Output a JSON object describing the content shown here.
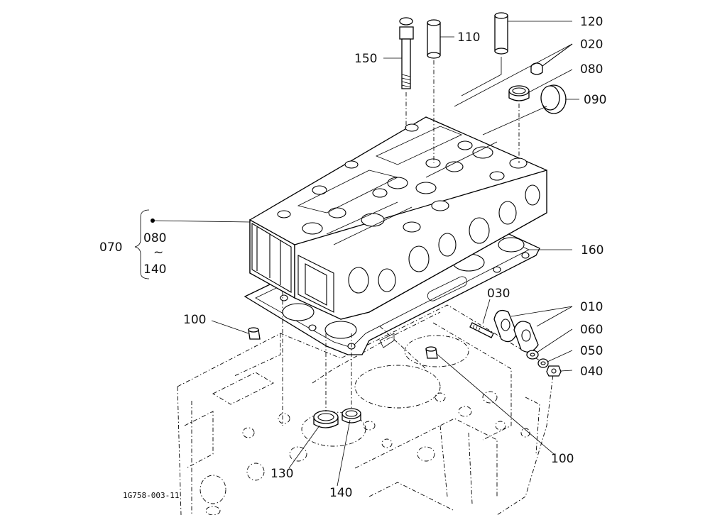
{
  "callouts": {
    "c150": "150",
    "c110": "110",
    "c120": "120",
    "c020": "020",
    "c080": "080",
    "c090": "090",
    "c070": "070",
    "c070_from": "080",
    "c070_tilde": "~",
    "c070_to": "140",
    "c160": "160",
    "c100a": "100",
    "c030": "030",
    "c010": "010",
    "c060": "060",
    "c050": "050",
    "c040": "040",
    "c100b": "100",
    "c130": "130",
    "c140": "140"
  },
  "figure_code": "1G758-003-11"
}
